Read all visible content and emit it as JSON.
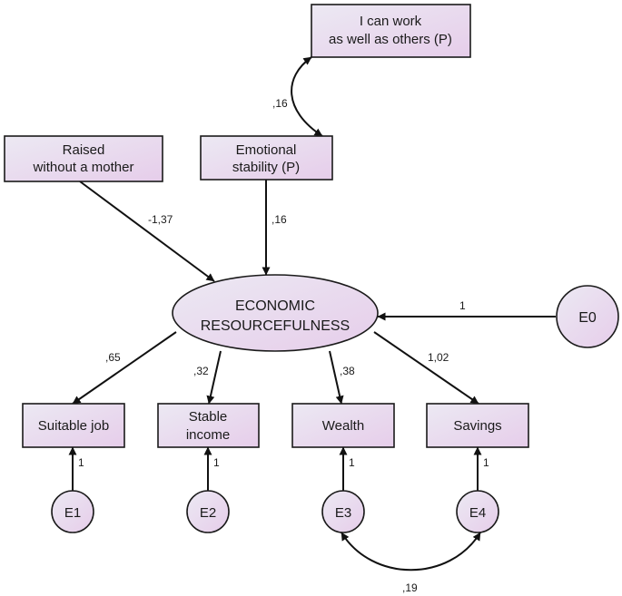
{
  "colors": {
    "node_fill_top": "#ece9f3",
    "node_fill_bottom": "#e6cdea",
    "stroke": "#1a1a1a"
  },
  "nodes": {
    "work_as_others": {
      "line1": "I can work",
      "line2": "as well as others (P)"
    },
    "raised_without_mother": {
      "line1": "Raised",
      "line2": "without a mother"
    },
    "emotional_stability": {
      "line1": "Emotional",
      "line2": "stability (P)"
    },
    "economic_resourcefulness": {
      "line1": "ECONOMIC",
      "line2": "RESOURCEFULNESS"
    },
    "e0": {
      "label": "E0"
    },
    "suitable_job": {
      "label": "Suitable job"
    },
    "stable_income": {
      "line1": "Stable",
      "line2": "income"
    },
    "wealth": {
      "label": "Wealth"
    },
    "savings": {
      "label": "Savings"
    },
    "e1": {
      "label": "E1"
    },
    "e2": {
      "label": "E2"
    },
    "e3": {
      "label": "E3"
    },
    "e4": {
      "label": "E4"
    }
  },
  "coefficients": {
    "work_emotional_cov": ",16",
    "raised_to_econ": "-1,37",
    "emotional_to_econ": ",16",
    "e0_to_econ": "1",
    "econ_to_suitable_job": ",65",
    "econ_to_stable_income": ",32",
    "econ_to_wealth": ",38",
    "econ_to_savings": "1,02",
    "e1_to_suitable_job": "1",
    "e2_to_stable_income": "1",
    "e3_to_wealth": "1",
    "e4_to_savings": "1",
    "e3_e4_cov": ",19"
  }
}
